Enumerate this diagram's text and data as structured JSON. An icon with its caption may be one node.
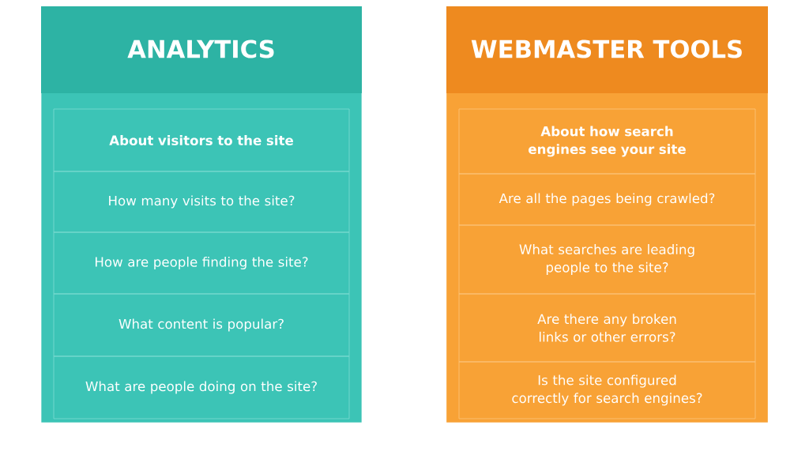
{
  "diagram": {
    "nodes": [
      {
        "text": [
          "ANALYTICS"
        ]
      },
      {
        "text": [
          "About visitors to the site"
        ],
        "in": 0
      },
      {
        "text": [
          "How many visits to the site?"
        ],
        "in": 0
      },
      {
        "text": [
          "How are people finding the site?"
        ],
        "in": 0
      },
      {
        "text": [
          "What content is popular?"
        ],
        "in": 0
      },
      {
        "text": [
          "What are people doing on the site?"
        ],
        "in": 0
      },
      {
        "text": [
          "WEBMASTER TOOLS"
        ]
      },
      {
        "text": [
          "About how search engines see your site"
        ],
        "in": 6
      },
      {
        "text": [
          "Are all the pages being crawled?"
        ],
        "in": 6
      },
      {
        "text": [
          "What searches are leading people to the site?"
        ],
        "in": 6
      },
      {
        "text": [
          "Are there any broken links or other errors?"
        ],
        "in": 6
      },
      {
        "text": [
          "Is the site configured correctly for search engines?"
        ],
        "in": 6
      }
    ]
  }
}
